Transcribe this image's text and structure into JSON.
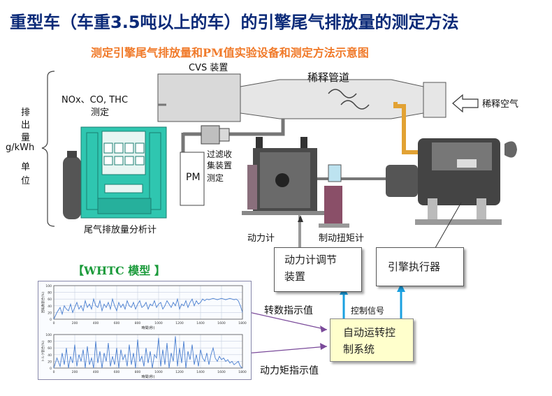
{
  "title": "重型车（车重3.5吨以上的车）的引擎尾气排放量的测定方法",
  "subtitle": "测定引擎尾气排放量和PM值实验设备和测定方法示意图",
  "labels": {
    "cvs": "CVS 装置",
    "dilution_tunnel": "稀释管道",
    "dilution_air": "稀释空气",
    "gas_measure_1": "NOx、CO, THC",
    "gas_measure_2": "测定",
    "emission_unit_chars": [
      "排",
      "出",
      "量"
    ],
    "emission_unit_value": "g/kWh",
    "emission_unit_tail": [
      "单",
      "位"
    ],
    "pm": "PM",
    "pm_measure": "测定",
    "filter_chars": [
      "过滤收",
      "集装置"
    ],
    "analyzer": "尾气排放量分析计",
    "dynamometer": "动力计",
    "torque_meter": "制动扭矩计",
    "dyn_controller_1": "动力计调节",
    "dyn_controller_2": "装置",
    "engine_actuator": "引擎执行器",
    "control_signal": "控制信号",
    "speed_indicator": "转数指示值",
    "torque_indicator": "动力矩指示值",
    "auto_control_1": "自动运转控",
    "auto_control_2": "制系统"
  },
  "whtc": {
    "title": "【WHTC  模型  】",
    "chart_top_ylabel": "回転数割合(%)",
    "chart_bottom_ylabel": "トルク割合(%)",
    "xlabel": "時間(秒)"
  },
  "chart_data": [
    {
      "type": "line",
      "ylabel": "回転数割合(%)",
      "xlabel": "時間(秒)",
      "xlim": [
        0,
        1800
      ],
      "ylim": [
        0,
        100
      ],
      "x_ticks": [
        0,
        200,
        400,
        600,
        800,
        1000,
        1200,
        1400,
        1600,
        1800
      ],
      "y_ticks": [
        0,
        20,
        40,
        60,
        80,
        100
      ],
      "series": [
        {
          "x": [
            0,
            30,
            60,
            80,
            100,
            120,
            140,
            160,
            180,
            200,
            220,
            240,
            260,
            280,
            300,
            320,
            340,
            360,
            380,
            400,
            420,
            440,
            460,
            480,
            500,
            520,
            540,
            560,
            580,
            600,
            620,
            640,
            660,
            680,
            700,
            720,
            740,
            760,
            780,
            800,
            820,
            840,
            860,
            880,
            900,
            920,
            940,
            960,
            980,
            1000,
            1020,
            1040,
            1060,
            1080,
            1100,
            1120,
            1140,
            1160,
            1180,
            1200,
            1220,
            1240,
            1260,
            1280,
            1300,
            1320,
            1340,
            1360,
            1380,
            1400,
            1420,
            1440,
            1460,
            1480,
            1500,
            1520,
            1540,
            1560,
            1580,
            1600,
            1620,
            1640,
            1660,
            1680,
            1700,
            1720,
            1740,
            1760,
            1780,
            1800
          ],
          "values": [
            0,
            20,
            35,
            15,
            40,
            30,
            25,
            45,
            20,
            35,
            50,
            30,
            40,
            25,
            55,
            35,
            45,
            30,
            60,
            40,
            35,
            55,
            25,
            45,
            35,
            50,
            30,
            60,
            40,
            25,
            50,
            35,
            45,
            30,
            55,
            40,
            35,
            50,
            30,
            45,
            55,
            35,
            40,
            50,
            30,
            45,
            40,
            55,
            35,
            45,
            50,
            30,
            40,
            55,
            45,
            35,
            50,
            40,
            60,
            30,
            45,
            40,
            55,
            35,
            50,
            60,
            40,
            55,
            45,
            50,
            60,
            55,
            60,
            58,
            60,
            62,
            60,
            58,
            60,
            62,
            60,
            58,
            60,
            62,
            60,
            58,
            60,
            55,
            40,
            20
          ]
        }
      ]
    },
    {
      "type": "line",
      "ylabel": "トルク割合(%)",
      "xlabel": "時間(秒)",
      "xlim": [
        0,
        1800
      ],
      "ylim": [
        0,
        100
      ],
      "x_ticks": [
        0,
        200,
        400,
        600,
        800,
        1000,
        1200,
        1400,
        1600,
        1800
      ],
      "y_ticks": [
        0,
        20,
        40,
        60,
        80,
        100
      ],
      "series": [
        {
          "x": [
            0,
            30,
            60,
            80,
            100,
            120,
            140,
            160,
            180,
            200,
            220,
            240,
            260,
            280,
            300,
            320,
            340,
            360,
            380,
            400,
            420,
            440,
            460,
            480,
            500,
            520,
            540,
            560,
            580,
            600,
            620,
            640,
            660,
            680,
            700,
            720,
            740,
            760,
            780,
            800,
            820,
            840,
            860,
            880,
            900,
            920,
            940,
            960,
            980,
            1000,
            1020,
            1040,
            1060,
            1080,
            1100,
            1120,
            1140,
            1160,
            1180,
            1200,
            1220,
            1240,
            1260,
            1280,
            1300,
            1320,
            1340,
            1360,
            1380,
            1400,
            1420,
            1440,
            1460,
            1480,
            1500,
            1520,
            1540,
            1560,
            1580,
            1600,
            1620,
            1640,
            1660,
            1680,
            1700,
            1720,
            1740,
            1760,
            1780,
            1800
          ],
          "values": [
            0,
            30,
            5,
            45,
            10,
            60,
            0,
            35,
            15,
            70,
            5,
            40,
            20,
            55,
            0,
            65,
            10,
            30,
            0,
            80,
            15,
            50,
            0,
            45,
            20,
            75,
            5,
            35,
            10,
            60,
            0,
            55,
            25,
            40,
            5,
            70,
            10,
            45,
            0,
            85,
            20,
            35,
            5,
            60,
            15,
            50,
            0,
            40,
            30,
            90,
            5,
            55,
            10,
            75,
            0,
            45,
            20,
            95,
            5,
            60,
            15,
            80,
            0,
            50,
            25,
            70,
            10,
            40,
            5,
            55,
            30,
            20,
            45,
            10,
            40,
            60,
            30,
            20,
            35,
            25,
            30,
            20,
            25,
            15,
            20,
            10,
            15,
            20,
            5,
            0
          ]
        }
      ]
    }
  ]
}
